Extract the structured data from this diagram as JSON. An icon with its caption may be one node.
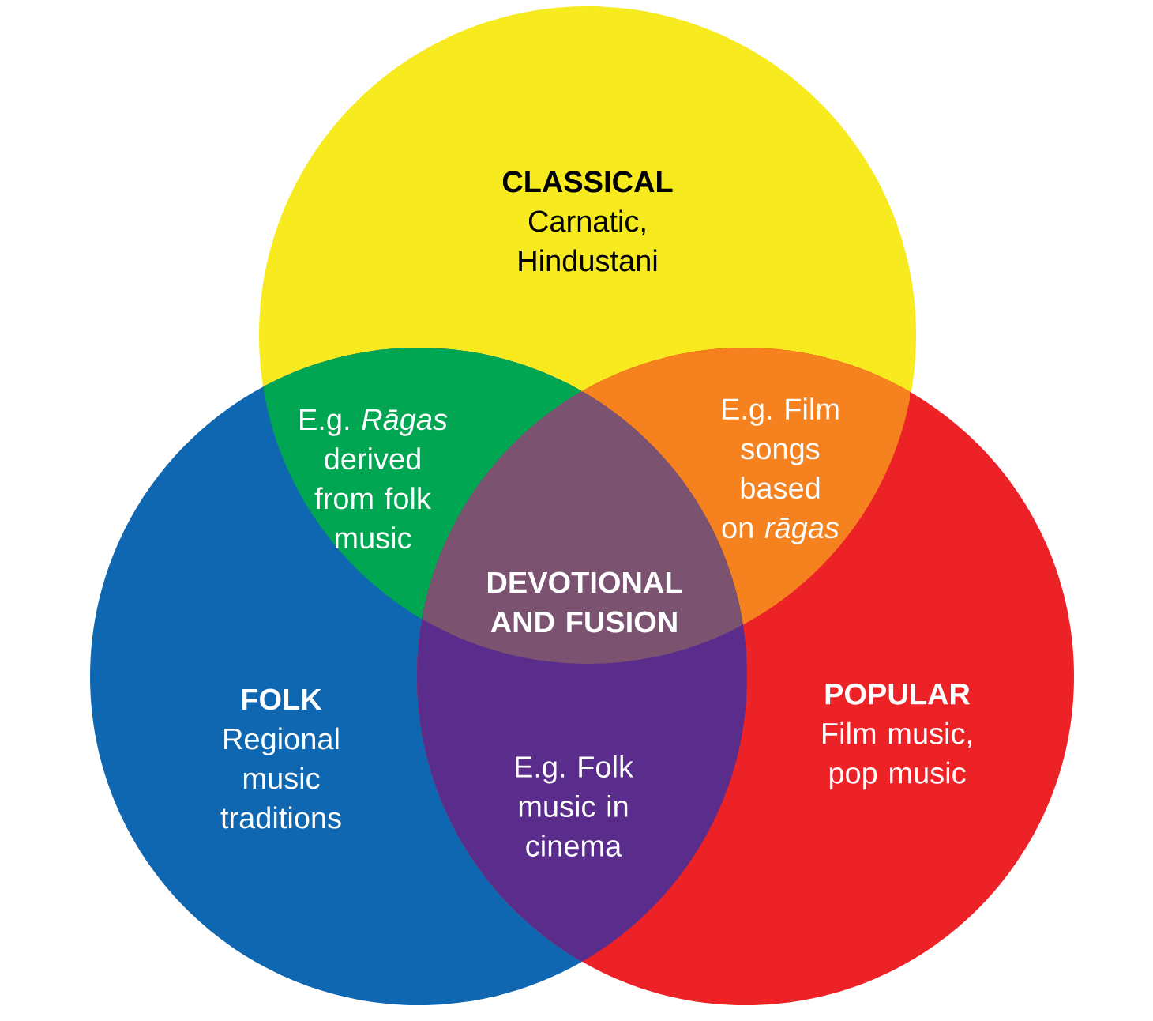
{
  "diagram": {
    "nodes": [
      {
        "text": [
          "CLASSICAL",
          "Carnatic, Hindustani"
        ]
      },
      {
        "text": [
          "FOLK",
          "Regional music traditions"
        ]
      },
      {
        "text": [
          "POPULAR",
          "Film music, pop music"
        ]
      },
      {
        "text": [
          "E.g. *Rāgas* derived from folk music"
        ]
      },
      {
        "text": [
          "E.g. Film songs based on *rāgas*"
        ]
      },
      {
        "text": [
          "E.g. Folk music in cinema"
        ]
      },
      {
        "text": [
          "DEVOTIONAL AND FUSION"
        ]
      }
    ]
  }
}
